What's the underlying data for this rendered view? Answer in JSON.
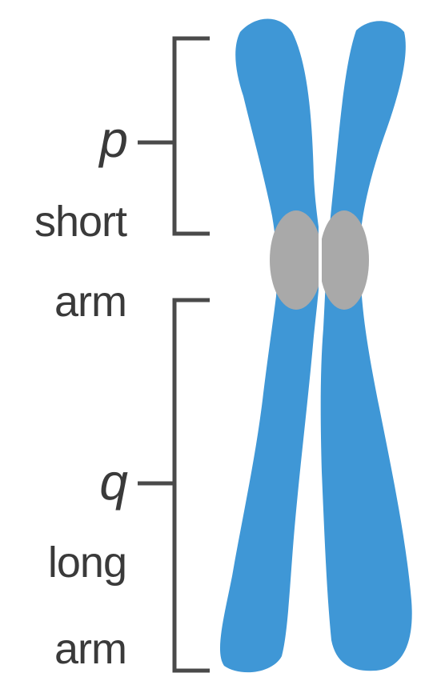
{
  "labels": {
    "p": {
      "letter": "p",
      "line1": "short",
      "line2": "arm"
    },
    "q": {
      "letter": "q",
      "line1": "long",
      "line2": "arm"
    }
  },
  "colors": {
    "chromatid": "#3f97d6",
    "centromere": "#a9a9a9",
    "bracket": "#4a4a4a",
    "text": "#3a3a3a"
  }
}
